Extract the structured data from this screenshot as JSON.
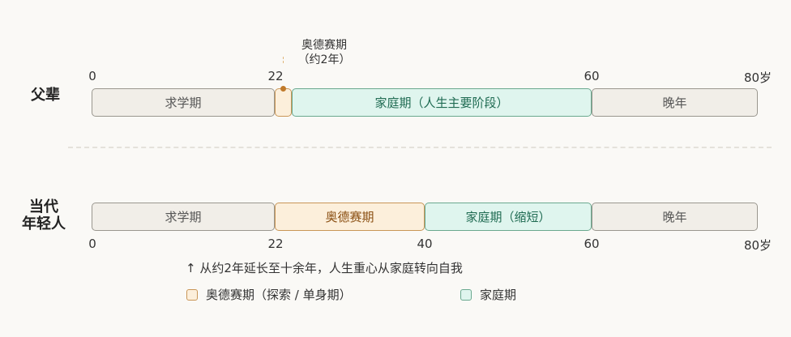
{
  "rows": [
    {
      "label": "父辈",
      "segments": [
        {
          "label": "求学期",
          "start": 0,
          "end": 22,
          "type": "study"
        },
        {
          "label": "",
          "start": 22,
          "end": 24,
          "type": "odyssey"
        },
        {
          "label": "家庭期（人生主要阶段）",
          "start": 24,
          "end": 60,
          "type": "family"
        },
        {
          "label": "晚年",
          "start": 60,
          "end": 80,
          "type": "late"
        }
      ],
      "ticks": [
        "0",
        "22",
        "60",
        "80岁"
      ],
      "annotation": {
        "line1": "奥德赛期",
        "line2": "（约2年）"
      }
    },
    {
      "label_line1": "当代",
      "label_line2": "年轻人",
      "segments": [
        {
          "label": "求学期",
          "start": 0,
          "end": 22,
          "type": "study"
        },
        {
          "label": "奥德赛期",
          "start": 22,
          "end": 40,
          "type": "odyssey"
        },
        {
          "label": "家庭期（缩短）",
          "start": 40,
          "end": 60,
          "type": "family"
        },
        {
          "label": "晚年",
          "start": 60,
          "end": 80,
          "type": "late"
        }
      ],
      "ticks": [
        "0",
        "22",
        "40",
        "60",
        "80岁"
      ]
    }
  ],
  "note": "↑ 从约2年延长至十余年，人生重心从家庭转向自我",
  "legend": [
    {
      "label": "奥德赛期（探索 / 单身期）",
      "color": "#fcefdb",
      "border": "#c99657"
    },
    {
      "label": "家庭期",
      "color": "#dff5ee",
      "border": "#6aa98f"
    }
  ],
  "colors": {
    "study": "#f1eee8",
    "odyssey": "#fcefdb",
    "family": "#dff5ee",
    "late": "#f1eee8"
  }
}
